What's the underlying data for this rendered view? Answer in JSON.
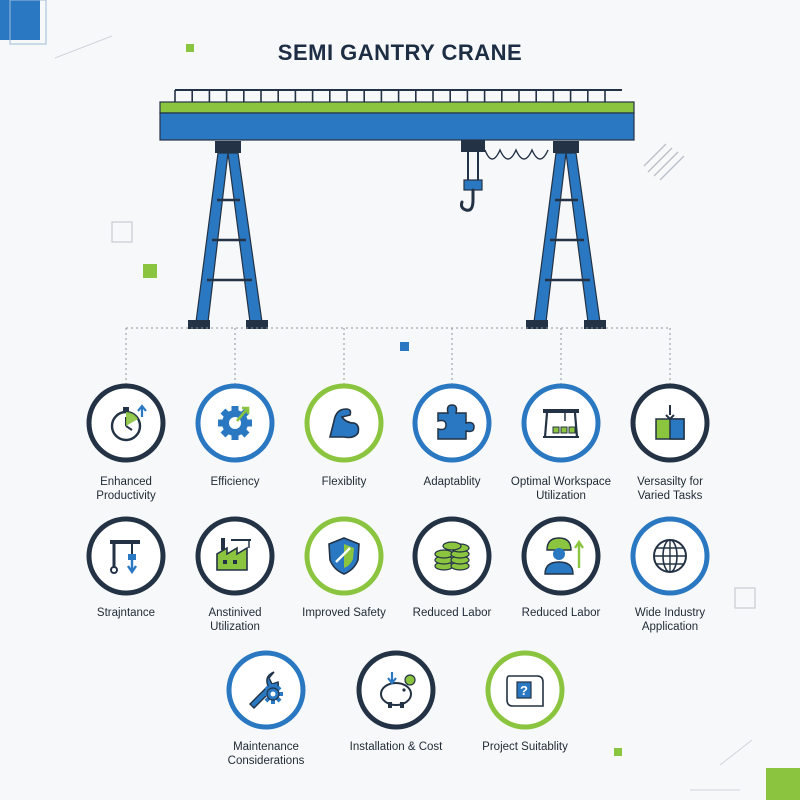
{
  "title": "SEMI GANTRY CRANE",
  "colors": {
    "blue": "#2a78c2",
    "green": "#8bc53f",
    "navy": "#233244",
    "text": "#1f2a36",
    "bg": "#f7f8f9"
  },
  "crane": {
    "name": "semi-gantry-crane-illustration",
    "parts": [
      "girder",
      "rail",
      "left-leg",
      "right-leg",
      "trolley",
      "hook",
      "festoon-cable"
    ]
  },
  "items": [
    {
      "label": "Enhanced\nProductivity",
      "icon": "stopwatch-icon",
      "ring": "navy"
    },
    {
      "label": "Efficiency",
      "icon": "gear-arrow-icon",
      "ring": "blue"
    },
    {
      "label": "Flexiblity",
      "icon": "flexed-arm-icon",
      "ring": "green"
    },
    {
      "label": "Adaptablity",
      "icon": "puzzle-piece-icon",
      "ring": "blue"
    },
    {
      "label": "Optimal Workspace\nUtilization",
      "icon": "gantry-workspace-icon",
      "ring": "blue"
    },
    {
      "label": "Versasilty for\nVaried Tasks",
      "icon": "crane-box-icon",
      "ring": "navy"
    },
    {
      "label": "Strajntance",
      "icon": "crane-lift-icon",
      "ring": "navy"
    },
    {
      "label": "Anstinived\nUtilization",
      "icon": "factory-icon",
      "ring": "navy"
    },
    {
      "label": "Improved Safety",
      "icon": "shield-icon",
      "ring": "green"
    },
    {
      "label": "Reduced Labor",
      "icon": "coin-stack-icon",
      "ring": "navy"
    },
    {
      "label": "Reduced Labor",
      "icon": "worker-growth-icon",
      "ring": "navy"
    },
    {
      "label": "Wide Industry\nApplication",
      "icon": "globe-icon",
      "ring": "blue"
    },
    {
      "label": "Maintenance\nConsiderations",
      "icon": "wrench-gear-icon",
      "ring": "blue"
    },
    {
      "label": "Installation & Cost",
      "icon": "piggy-bank-icon",
      "ring": "navy"
    },
    {
      "label": "Project Suitablity",
      "icon": "blueprint-question-icon",
      "ring": "green"
    }
  ]
}
